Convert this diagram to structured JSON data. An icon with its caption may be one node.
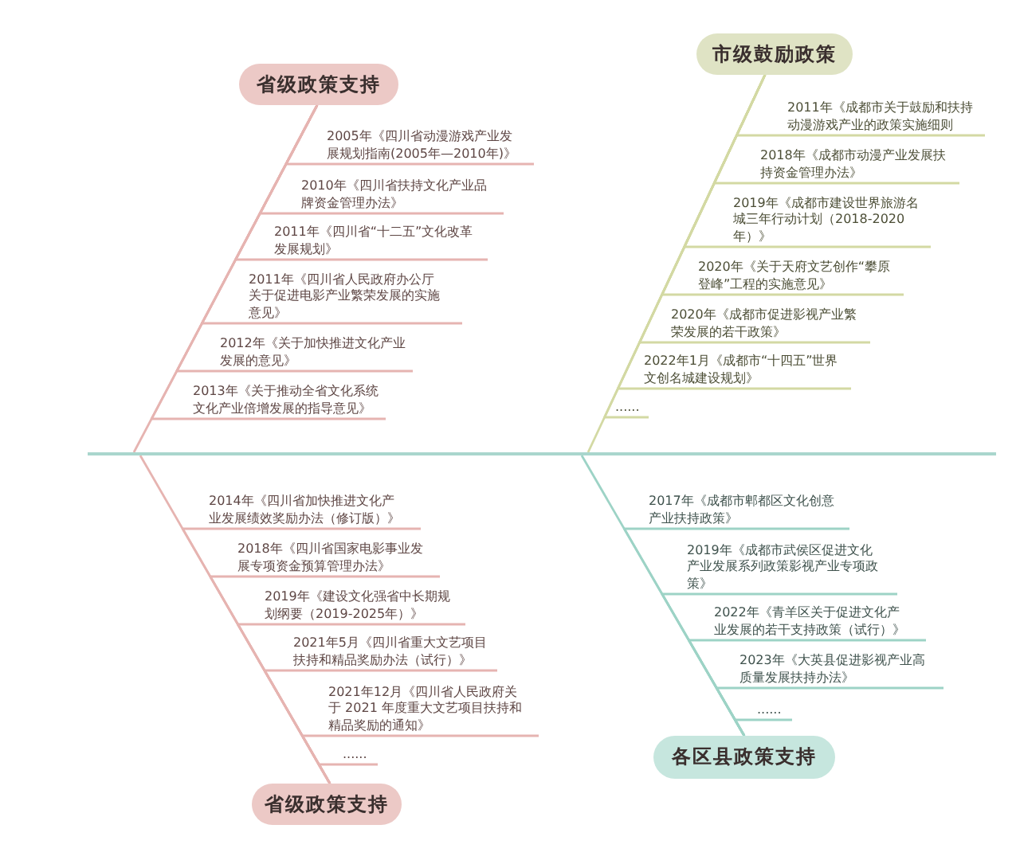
{
  "diagram": {
    "nodes": [
      {
        "text": [
          "省级政策支持"
        ]
      },
      {
        "text": [
          "2005年《四川省动漫游戏产业发展规划指南(2005年—2010年)》"
        ]
      },
      {
        "text": [
          "2010年《四川省扶持文化产业品牌资金管理办法》"
        ]
      },
      {
        "text": [
          "2011年《四川省“十二五”文化改革发展规划》"
        ]
      },
      {
        "text": [
          "2011年《四川省人民政府办公厅关于促进电影产业繁荣发展的实施意见》"
        ]
      },
      {
        "text": [
          "2012年《关于加快推进文化产业发展的意见》"
        ]
      },
      {
        "text": [
          "2013年《关于推动全省文化系统文化产业倍增发展的指导意见》"
        ]
      },
      {
        "text": [
          "市级鼓励政策"
        ]
      },
      {
        "text": [
          "2011年《成都市关于鼓励和扶持动漫游戏产业的政策实施细则"
        ]
      },
      {
        "text": [
          "2018年《成都市动漫产业发展扶持资金管理办法》"
        ]
      },
      {
        "text": [
          "2019年《成都市建设世界旅游名城三年行动计划（2018-2020年）》"
        ]
      },
      {
        "text": [
          "2020年《关于天府文艺创作“攀原登峰”工程的实施意见》"
        ]
      },
      {
        "text": [
          "2020年《成都市促进影视产业繁荣发展的若干政策》"
        ]
      },
      {
        "text": [
          "2022年1月《成都市“十四五”世界文创名城建设规划》"
        ]
      },
      {
        "text": [
          "......"
        ]
      },
      {
        "text": [],
        "shape": "bar"
      },
      {
        "text": [
          "2014年《四川省加快推进文化产业发展绩效奖励办法（修订版）》"
        ]
      },
      {
        "text": [
          "2018年《四川省国家电影事业发展专项资金预算管理办法》"
        ]
      },
      {
        "text": [
          "2019年《建设文化强省中长期规划纲要（2019-2025年）》"
        ]
      },
      {
        "text": [
          "2021年5月《四川省重大文艺项目扶持和精品奖励办法（试行）》"
        ]
      },
      {
        "text": [
          "2021年12月《四川省人民政府关于 2021 年度重大文艺项目扶持和精品奖励的通知》"
        ]
      },
      {
        "text": [
          "......"
        ]
      },
      {
        "text": [
          "省级政策支持"
        ]
      },
      {
        "text": [
          "2017年《成都市郫都区文化创意产业扶持政策》"
        ]
      },
      {
        "text": [
          "2019年《成都市武侯区促进文化产业发展系列政策影视产业专项政策》"
        ]
      },
      {
        "text": [
          "2022年《青羊区关于促进文化产业发展的若干支持政策（试行）》"
        ]
      },
      {
        "text": [
          "2023年《大英县促进影视产业高质量发展扶持办法》"
        ]
      },
      {
        "text": [
          "......"
        ]
      },
      {
        "text": [
          "各区县政策支持"
        ]
      }
    ],
    "edges": [
      {
        "from": 0,
        "to": 15,
        "arrow": "none"
      },
      {
        "from": 1,
        "to": 0,
        "arrow": "none"
      },
      {
        "from": 2,
        "to": 0,
        "arrow": "none"
      },
      {
        "from": 3,
        "to": 0,
        "arrow": "none"
      },
      {
        "from": 4,
        "to": 0,
        "arrow": "none"
      },
      {
        "from": 5,
        "to": 0,
        "arrow": "none"
      },
      {
        "from": 6,
        "to": 0,
        "arrow": "none"
      },
      {
        "from": 7,
        "to": 15,
        "arrow": "none",
        "color": "#d3d9a3"
      },
      {
        "from": 8,
        "to": 7,
        "arrow": "none",
        "color": "#d3d9a3"
      },
      {
        "from": 9,
        "to": 7,
        "arrow": "none",
        "color": "#d3d9a3"
      },
      {
        "from": 10,
        "to": 7,
        "arrow": "none",
        "color": "#d3d9a3"
      },
      {
        "from": 11,
        "to": 7,
        "arrow": "none",
        "color": "#d3d9a3"
      },
      {
        "from": 12,
        "to": 7,
        "arrow": "none",
        "color": "#d3d9a3"
      },
      {
        "from": 13,
        "to": 7,
        "arrow": "none",
        "color": "#d3d9a3"
      },
      {
        "from": 14,
        "to": 7,
        "arrow": "none",
        "color": "#d3d9a3"
      },
      {
        "from": 16,
        "to": 22,
        "arrow": "none"
      },
      {
        "from": 17,
        "to": 22,
        "arrow": "none"
      },
      {
        "from": 18,
        "to": 22,
        "arrow": "none"
      },
      {
        "from": 19,
        "to": 22,
        "arrow": "none"
      },
      {
        "from": 20,
        "to": 22,
        "arrow": "none"
      },
      {
        "from": 21,
        "to": 22,
        "arrow": "none"
      },
      {
        "from": 22,
        "to": 15,
        "arrow": "none"
      },
      {
        "from": 23,
        "to": 28,
        "arrow": "none",
        "color": "#9dd3c6"
      },
      {
        "from": 24,
        "to": 28,
        "arrow": "none",
        "color": "#9dd3c6"
      },
      {
        "from": 25,
        "to": 28,
        "arrow": "none",
        "color": "#9dd3c6"
      },
      {
        "from": 26,
        "to": 28,
        "arrow": "none",
        "color": "#9dd3c6"
      },
      {
        "from": 27,
        "to": 28,
        "arrow": "none",
        "color": "#9dd3c6"
      },
      {
        "from": 28,
        "to": 15,
        "arrow": "none",
        "color": "#9dd3c6"
      }
    ]
  }
}
